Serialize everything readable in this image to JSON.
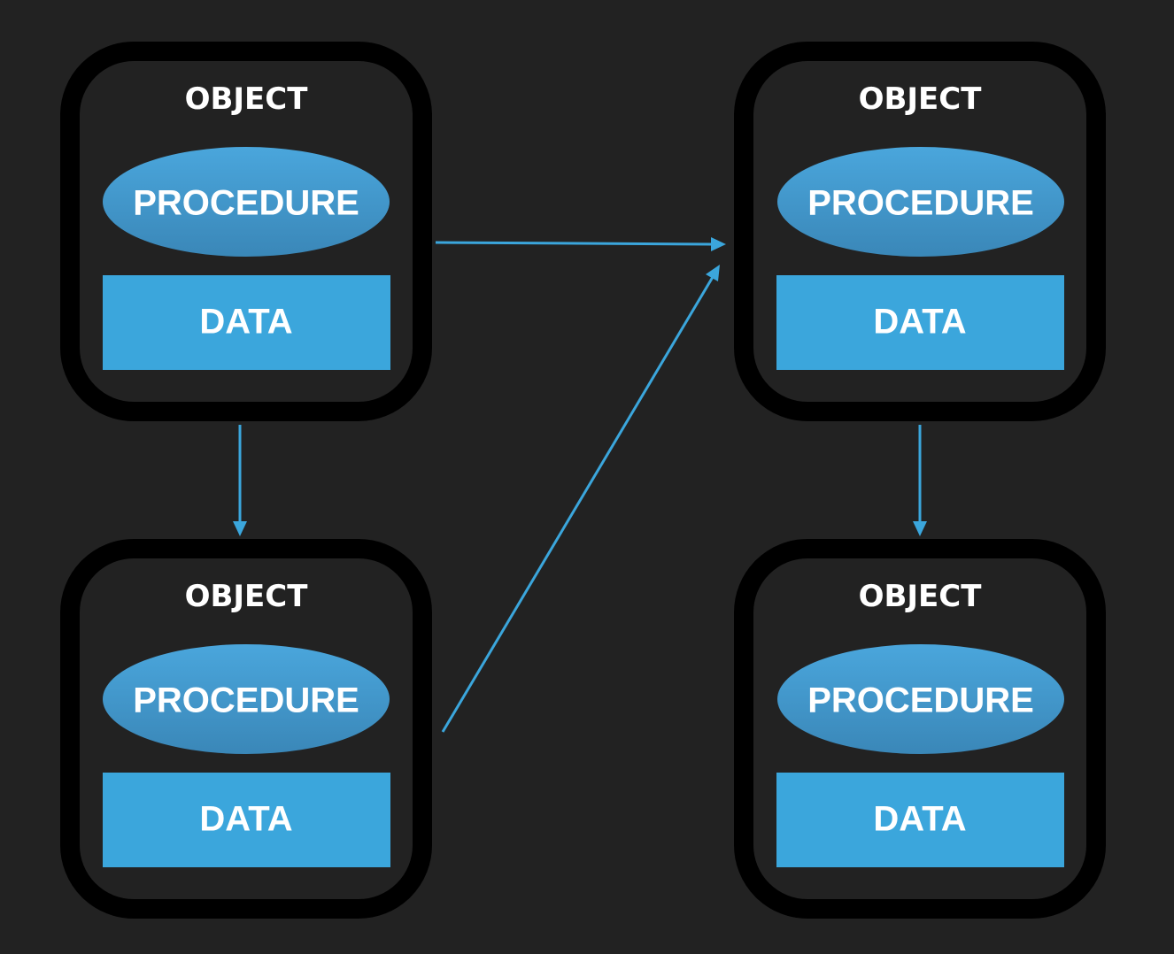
{
  "objects": [
    {
      "id": "top-left",
      "title": "OBJECT",
      "procedure": "PROCEDURE",
      "data": "DATA"
    },
    {
      "id": "top-right",
      "title": "OBJECT",
      "procedure": "PROCEDURE",
      "data": "DATA"
    },
    {
      "id": "bottom-left",
      "title": "OBJECT",
      "procedure": "PROCEDURE",
      "data": "DATA"
    },
    {
      "id": "bottom-right",
      "title": "OBJECT",
      "procedure": "PROCEDURE",
      "data": "DATA"
    }
  ],
  "edges": [
    {
      "from": "top-left",
      "to": "top-right"
    },
    {
      "from": "top-left",
      "to": "bottom-left"
    },
    {
      "from": "bottom-left",
      "to": "top-right"
    },
    {
      "from": "top-right",
      "to": "bottom-right"
    }
  ],
  "colors": {
    "background": "#222222",
    "object_border": "#000000",
    "object_fill": "#222222",
    "data_fill": "#3ba6dc",
    "procedure_top": "#4aa6dc",
    "procedure_bottom": "#3a87b8",
    "arrow": "#3ba6dc",
    "text": "#ffffff"
  }
}
